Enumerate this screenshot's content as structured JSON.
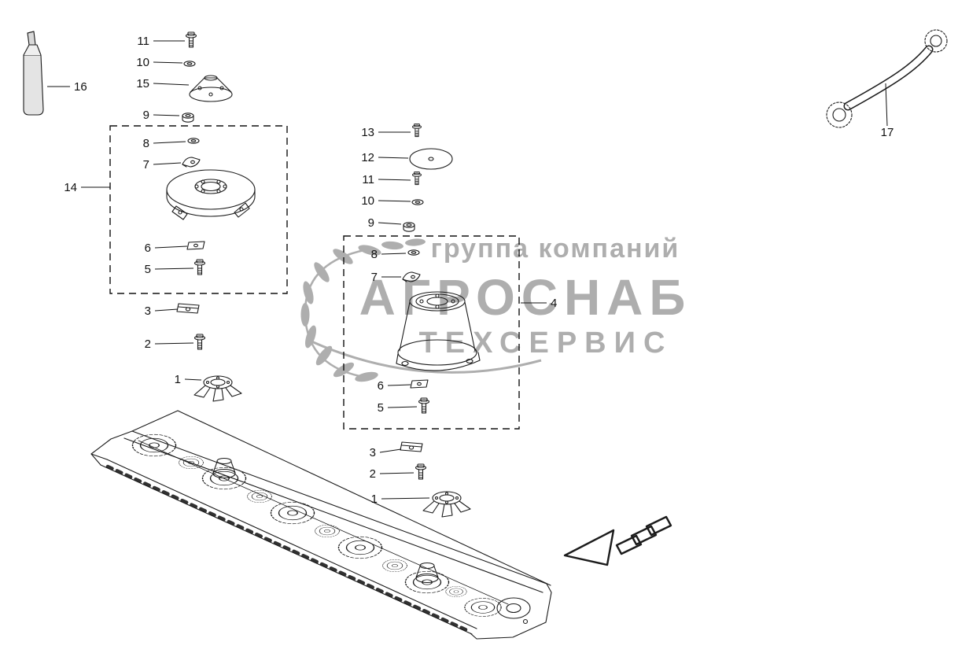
{
  "diagram": {
    "type": "exploded-parts-diagram",
    "callouts": {
      "c1": "1",
      "c2": "2",
      "c3": "3",
      "c4": "4",
      "c5": "5",
      "c6": "6",
      "c7": "7",
      "c8": "8",
      "c9": "9",
      "c10": "10",
      "c11": "11",
      "c12": "12",
      "c13": "13",
      "c14": "14",
      "c15": "15",
      "c16": "16",
      "c17": "17"
    },
    "watermark": {
      "line1": "группа компаний",
      "line2": "АГРОСНАБ",
      "line3": "ТЕХСЕРВИС",
      "color": "#9a9a9a"
    },
    "colors": {
      "line": "#1b1b1b",
      "label": "#111111",
      "background": "#ffffff"
    }
  }
}
